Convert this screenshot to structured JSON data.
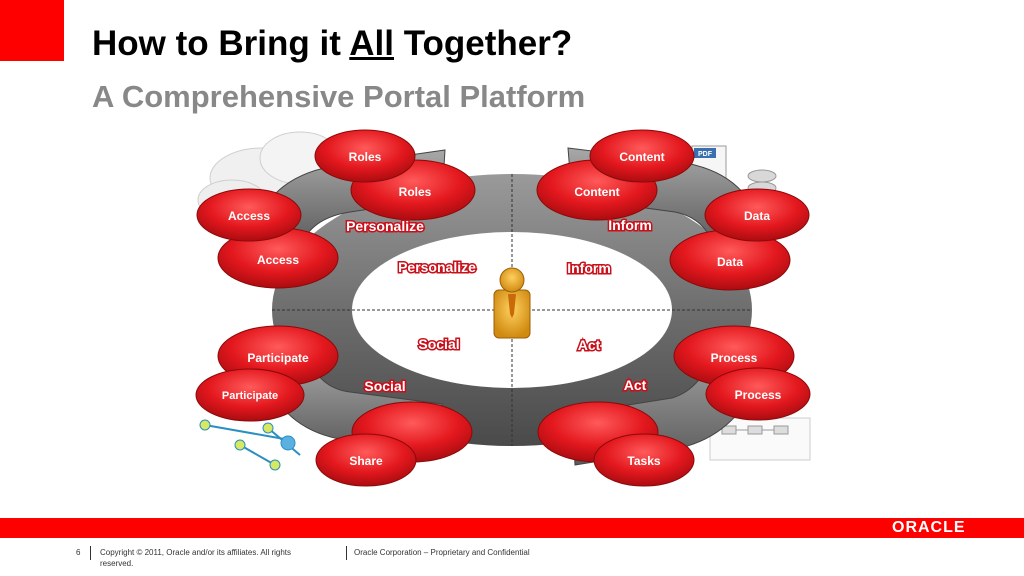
{
  "header": {
    "title_before": "How to Bring it ",
    "title_emph": "All",
    "title_after": " Together?",
    "subtitle": "A Comprehensive Portal Platform"
  },
  "diagram": {
    "quadrant_labels": [
      "Personalize",
      "Inform",
      "Social",
      "Act"
    ],
    "pill_labels": [
      "Roles",
      "Access",
      "Content",
      "Data",
      "Participate",
      "Share",
      "Process",
      "Tasks"
    ],
    "doc_icon_text": "PDF",
    "colors": {
      "pill_red": "#e3181e",
      "ring_gray": "#6e6e6e",
      "label_red": "#c8101a",
      "person_gold": "#e8a020"
    }
  },
  "footer": {
    "page_number": "6",
    "copyright": "Copyright © 2011, Oracle and/or its affiliates. All rights reserved.",
    "confidential": "Oracle Corporation – Proprietary and Confidential",
    "logo": "ORACLE",
    "bar_color": "#ff0000"
  }
}
